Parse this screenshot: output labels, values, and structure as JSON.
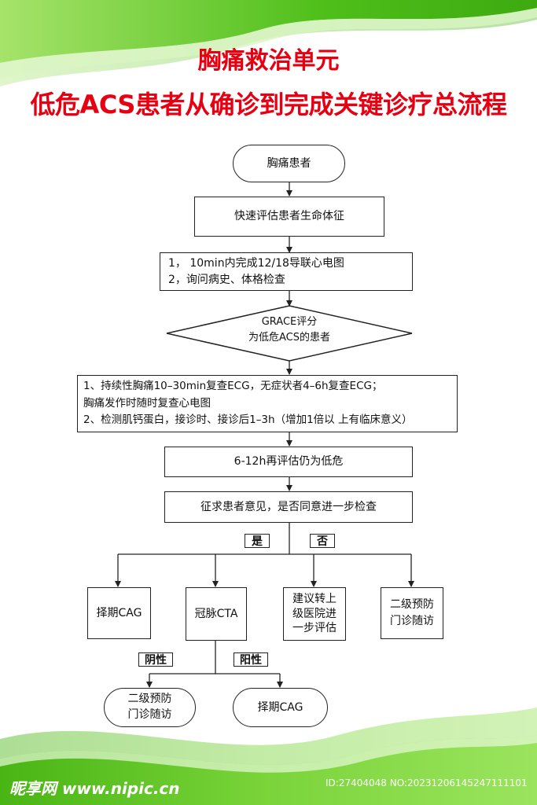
{
  "title": {
    "line1": "胸痛救治单元",
    "line2": "低危ACS患者从确诊到完成关键诊疗总流程"
  },
  "nodes": {
    "start": "胸痛患者",
    "assess": "快速评估患者生命体征",
    "ecg": [
      "1，  10min内完成12/18导联心电图",
      "2，询问病史、体格检查"
    ],
    "grace": [
      "GRACE评分",
      "为低危ACS的患者"
    ],
    "recheck": [
      "1、持续性胸痛10–30min复查ECG，无症状者4–6h复查ECG；",
      "胸痛发作时随时复查心电图",
      "2、检测肌钙蛋白，接诊时、接诊后1–3h（增加1倍以 上有临床意义）"
    ],
    "reassess": "6-12h再评估仍为低危",
    "consent": "征求患者意见，是否同意进一步检查",
    "yes": "是",
    "no": "否",
    "cag": "择期CAG",
    "cta": "冠脉CTA",
    "transfer": [
      "建议转上",
      "级医院进",
      "一步评估"
    ],
    "followup": [
      "二级预防",
      "门诊随访"
    ],
    "negative": "阴性",
    "positive": "阳性",
    "neg_followup": [
      "二级预防",
      "门诊随访"
    ],
    "pos_cag": "择期CAG"
  },
  "watermark": {
    "logo": "昵享网 www.nipic.cn",
    "id": "ID:27404048 NO:20231206145247111101"
  },
  "colors": {
    "title": "#e60012",
    "green": "#5cc61e",
    "line": "#222222"
  }
}
